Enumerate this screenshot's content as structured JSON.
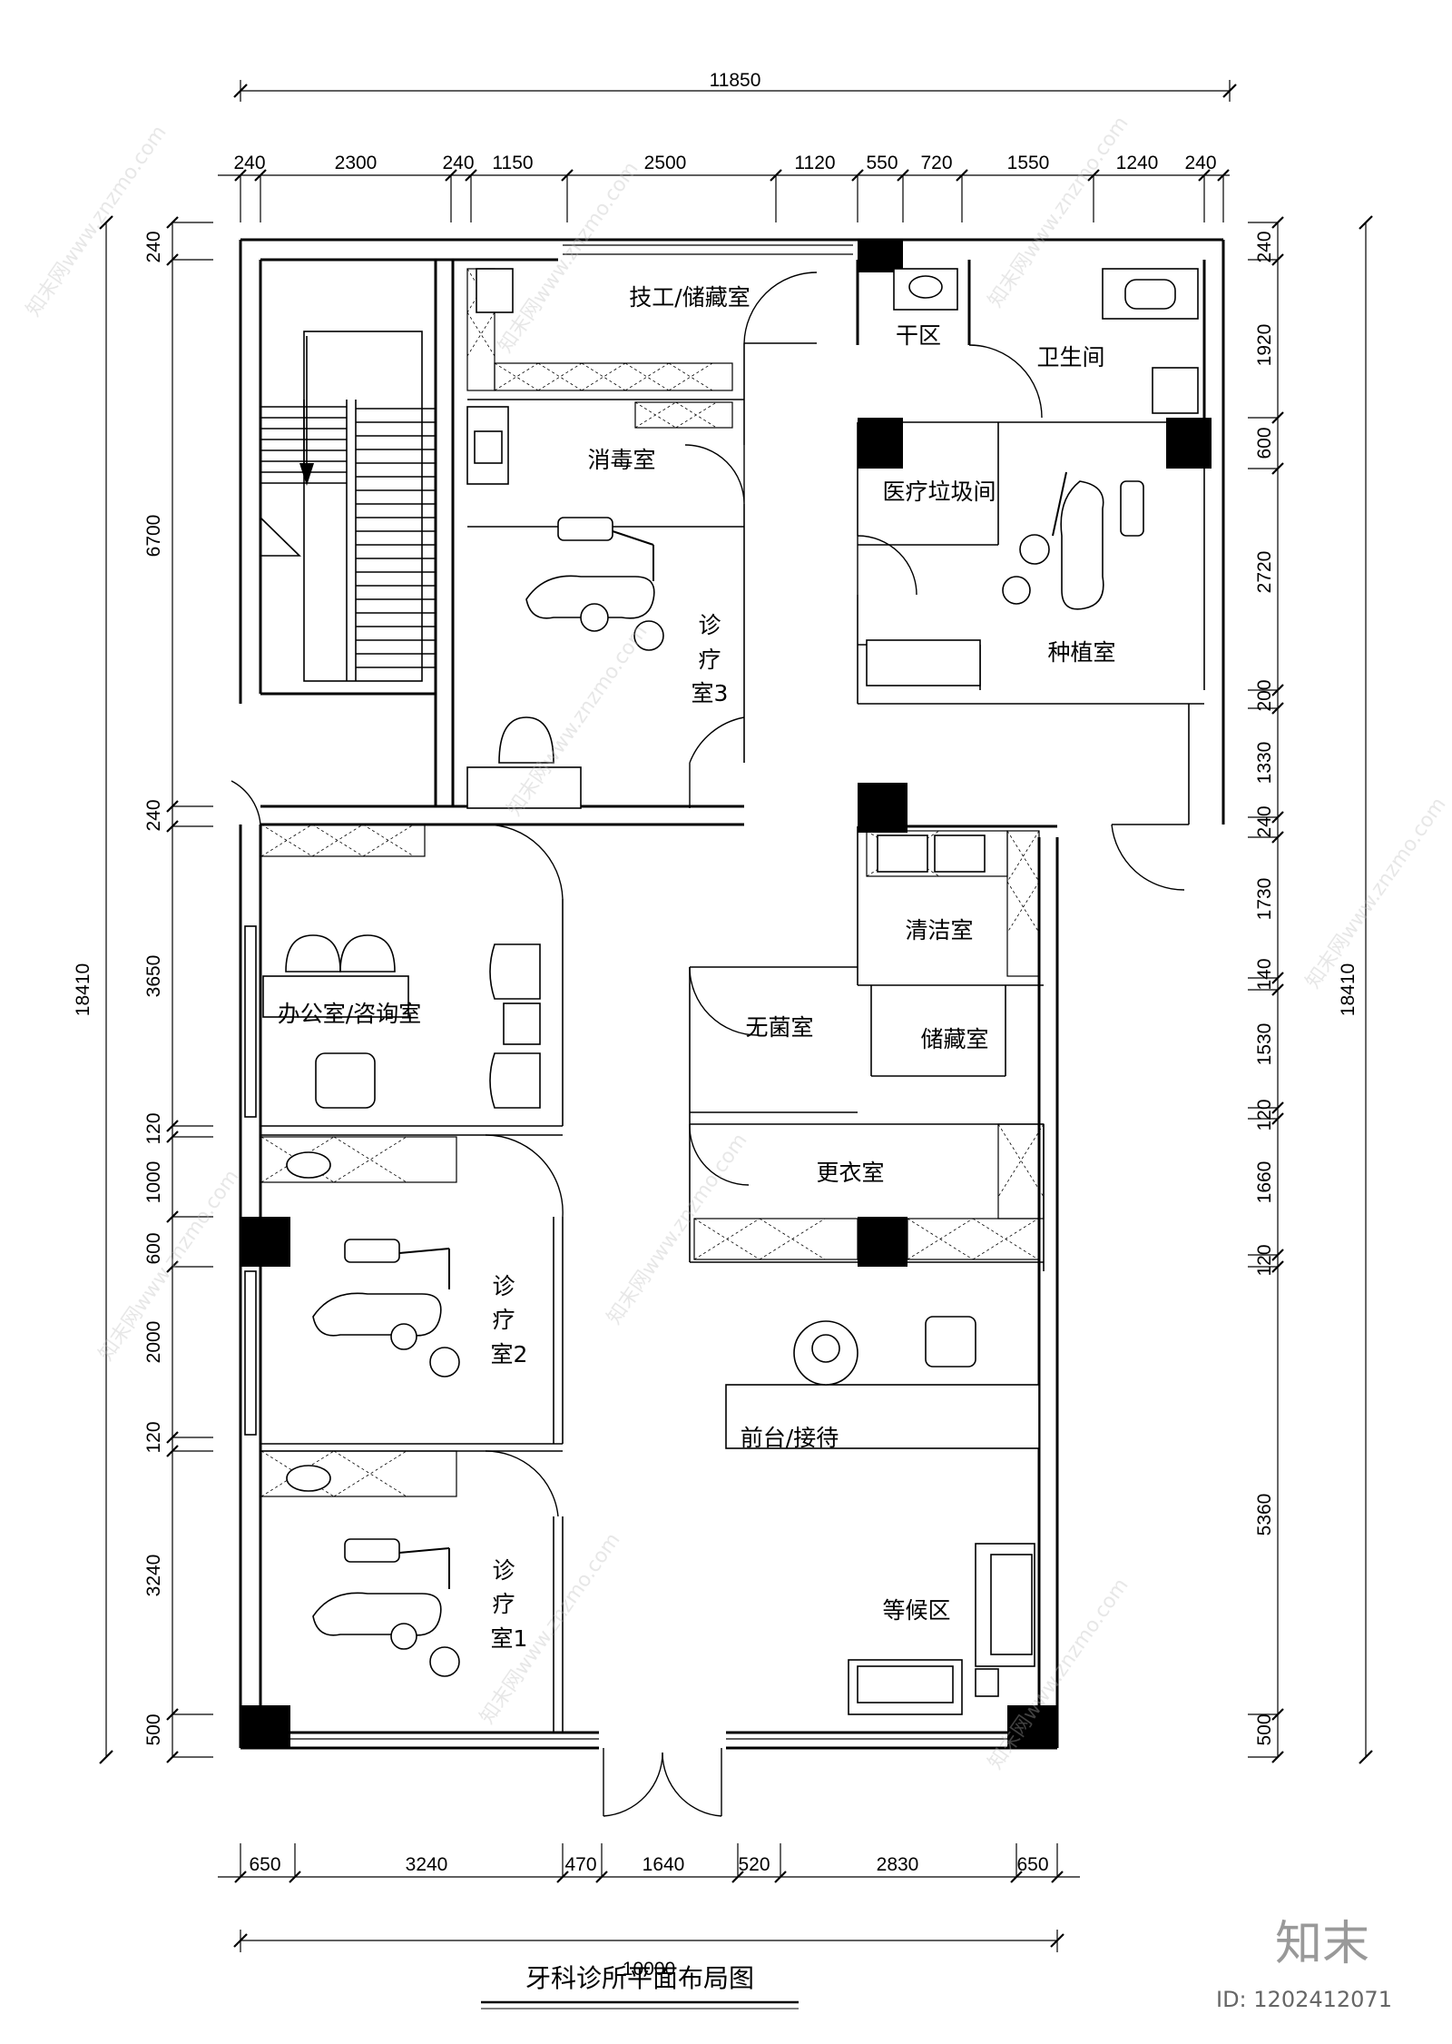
{
  "title": "牙科诊所平面布局图",
  "overall": {
    "top_width": "11850",
    "bottom_width": "10000",
    "left_height": "18410",
    "right_height": "18410"
  },
  "top_dims": [
    "240",
    "2300",
    "240",
    "1150",
    "2500",
    "1120",
    "550",
    "720",
    "1550",
    "1240",
    "240"
  ],
  "bottom_dims": [
    "650",
    "3240",
    "470",
    "1640",
    "520",
    "2830",
    "650"
  ],
  "left_dims": [
    "240",
    "6700",
    "240",
    "3650",
    "120",
    "1000",
    "600",
    "2000",
    "120",
    "3240",
    "500"
  ],
  "right_dims": [
    "240",
    "1920",
    "600",
    "2720",
    "200",
    "1330",
    "240",
    "1730",
    "140",
    "1530",
    "120",
    "1660",
    "120",
    "5360",
    "500"
  ],
  "rooms": {
    "tech_storage": "技工/储藏室",
    "dry_area": "干区",
    "toilet": "卫生间",
    "disinfection": "消毒室",
    "medical_waste": "医疗垃圾间",
    "treatment3_a": "诊",
    "treatment3_b": "疗",
    "treatment3_c": "室3",
    "implant": "种植室",
    "cleaning": "清洁室",
    "office": "办公室/咨询室",
    "sterile": "无菌室",
    "storage": "储藏室",
    "locker": "更衣室",
    "treatment2_a": "诊",
    "treatment2_b": "疗",
    "treatment2_c": "室2",
    "reception": "前台/接待",
    "treatment1_a": "诊",
    "treatment1_b": "疗",
    "treatment1_c": "室1",
    "waiting": "等候区"
  },
  "watermark": "知末网www.znzmo.com",
  "brand": "知末",
  "image_id": "ID: 1202412071"
}
